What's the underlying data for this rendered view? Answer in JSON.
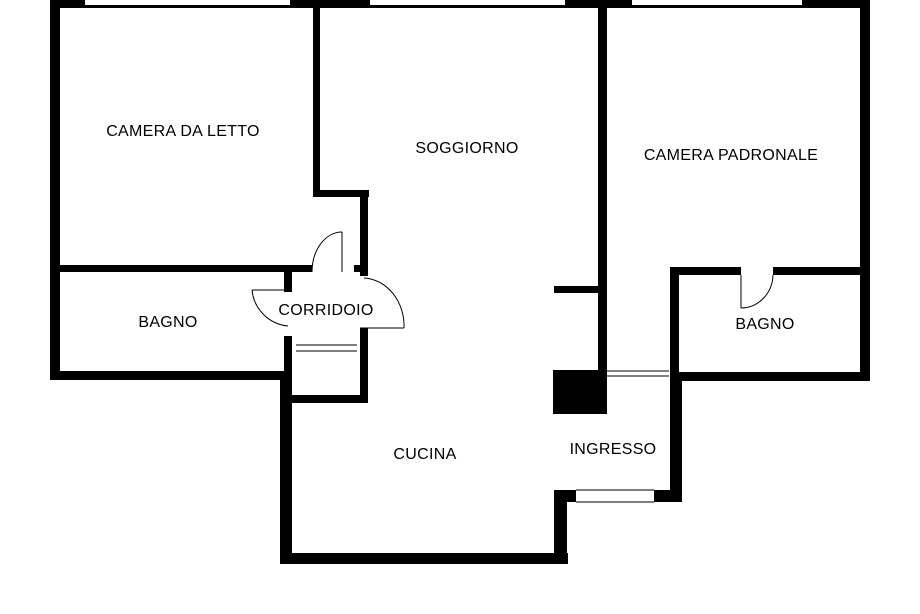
{
  "floor_plan": {
    "rooms": [
      {
        "id": "camera-da-letto",
        "label": "CAMERA DA LETTO"
      },
      {
        "id": "soggiorno",
        "label": "SOGGIORNO"
      },
      {
        "id": "camera-padronale",
        "label": "CAMERA PADRONALE"
      },
      {
        "id": "bagno-1",
        "label": "BAGNO"
      },
      {
        "id": "corridoio",
        "label": "CORRIDOIO"
      },
      {
        "id": "bagno-2",
        "label": "BAGNO"
      },
      {
        "id": "cucina",
        "label": "CUCINA"
      },
      {
        "id": "ingresso",
        "label": "INGRESSO"
      }
    ],
    "colors": {
      "wall": "#000000",
      "background": "#ffffff"
    }
  }
}
